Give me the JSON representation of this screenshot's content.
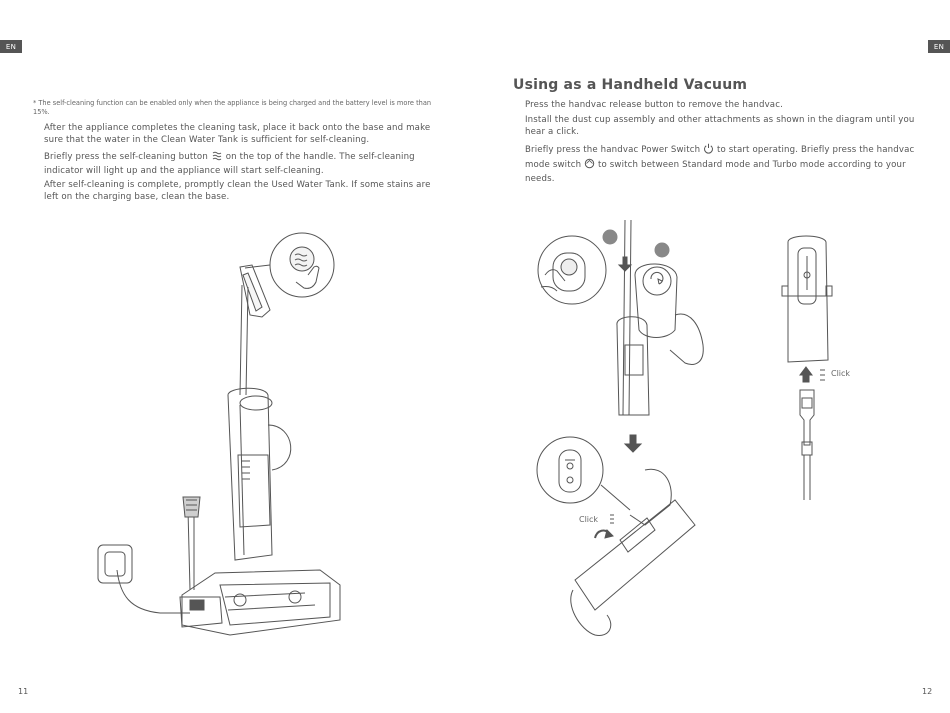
{
  "header": {
    "lang_left": "EN",
    "lang_right": "EN"
  },
  "left": {
    "note": "* The self-cleaning function can be enabled only when the appliance is being charged and the battery level is more than 15%.",
    "p1": "After the appliance completes the cleaning task, place it back onto the base and make sure that the water in the Clean Water Tank is sufficient for self-cleaning.",
    "p2_before": "Briefly press the self-cleaning button",
    "p2_after": "on the top of the handle. The self-cleaning indicator will light up and the appliance will start self-cleaning.",
    "p3": "After self-cleaning is complete, promptly clean the Used Water Tank. If some stains are left on the charging base, clean the base.",
    "page_number": "11"
  },
  "right": {
    "title": "Using as a Handheld Vacuum",
    "p1": "Press the handvac release button to remove the handvac.",
    "p2": "Install the dust cup assembly and other attachments as shown in the diagram until you hear a click.",
    "p3_part1": "Briefly press the handvac Power Switch",
    "p3_part2": "to start operating. Briefly press the handvac mode switch",
    "p3_part3": "to switch between Standard mode and Turbo mode according to your needs.",
    "click_label_1": "Click",
    "click_label_2": "Click",
    "page_number": "12"
  },
  "icons": {
    "self_clean": "self-clean-icon",
    "power": "power-icon",
    "mode": "mode-switch-icon",
    "arrow_down": "arrow-down-icon",
    "arrow_up": "arrow-up-icon"
  }
}
